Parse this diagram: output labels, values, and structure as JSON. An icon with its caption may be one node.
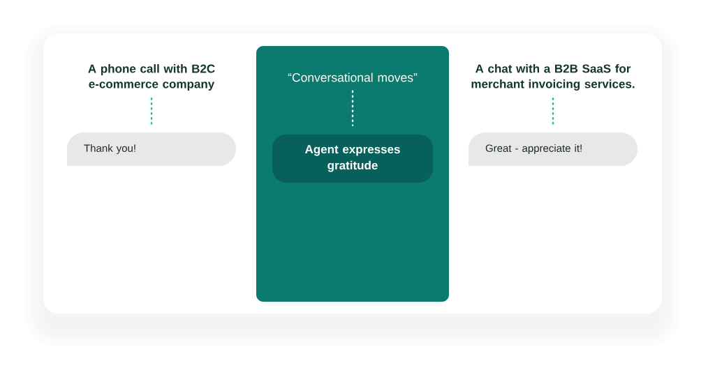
{
  "diagram": {
    "nodes": [
      {
        "text": [
          "A phone call with B2C e-commerce company"
        ]
      },
      {
        "text": [
          "Thank you!"
        ]
      },
      {
        "text": [],
        "shape": "box"
      },
      {
        "text": [
          "“Conversational moves”"
        ],
        "in": 2
      },
      {
        "text": [
          "Agent expresses gratitude"
        ],
        "in": 2
      },
      {
        "text": [
          "A chat with a B2B SaaS for merchant invoicing services."
        ]
      },
      {
        "text": [
          "Great - appreciate it!"
        ]
      }
    ],
    "edges": [
      {
        "from": 0,
        "to": 1,
        "arrow": "none",
        "style": "dashed"
      },
      {
        "from": 3,
        "to": 4,
        "arrow": "none",
        "style": "dashed",
        "color": "#ffffff"
      },
      {
        "from": 5,
        "to": 6,
        "arrow": "none",
        "style": "dashed"
      }
    ]
  }
}
